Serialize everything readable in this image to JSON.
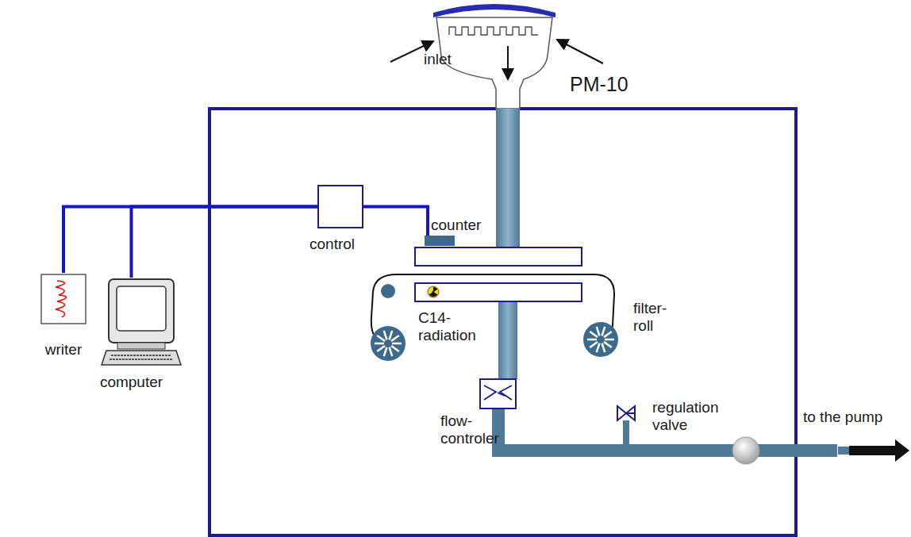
{
  "diagram": {
    "nodes": [
      {
        "text": [
          "writer"
        ]
      },
      {
        "text": [
          "computer"
        ]
      },
      {
        "text": [
          "control"
        ]
      },
      {
        "text": [
          "counter"
        ]
      }
    ],
    "edges": [
      {
        "from": 2,
        "to": 0,
        "arrow": "none"
      },
      {
        "from": 2,
        "to": 1,
        "arrow": "none"
      },
      {
        "from": 2,
        "to": 3,
        "arrow": "none"
      }
    ],
    "labels": [
      "inlet",
      "PM-10",
      "C14- radiation",
      "filter- roll",
      "flow- controler",
      "regulation valve",
      "to the pump"
    ]
  }
}
